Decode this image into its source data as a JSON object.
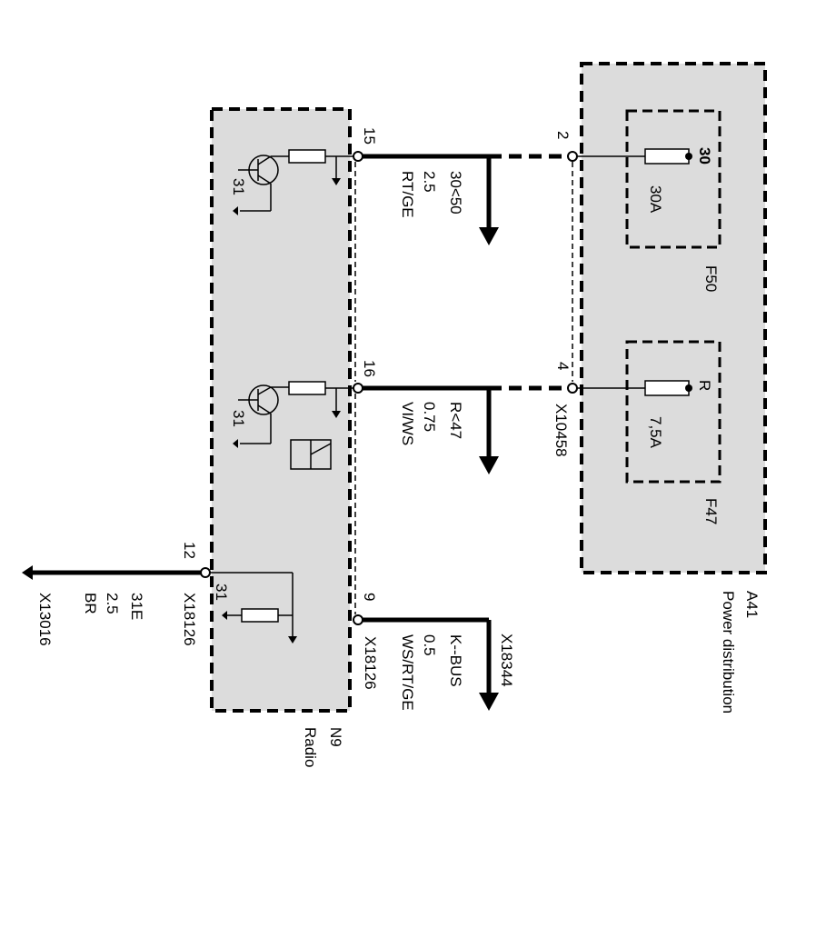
{
  "modules": {
    "radio": {
      "id": "N9",
      "name": "Radio"
    },
    "power": {
      "id": "A41",
      "name": "Power distribution"
    }
  },
  "connectors": {
    "radio_main": "X18126",
    "radio_ground": "X18126",
    "power_dist": "X10458",
    "ground": "X13016",
    "kbus": "X18344"
  },
  "pins": {
    "p15": "15",
    "p16": "16",
    "p9": "9",
    "p12": "12",
    "p2": "2",
    "p4": "4",
    "gnd_a": "31",
    "gnd_b": "31",
    "gnd_c": "31"
  },
  "fuses": {
    "f50": {
      "id": "F50",
      "terminal": "30",
      "rating": "30A"
    },
    "f47": {
      "id": "F47",
      "terminal": "R",
      "rating": "7,5A"
    }
  },
  "wires": {
    "w15": {
      "signal": "30<50",
      "size": "2.5",
      "color": "RT/GE"
    },
    "w16": {
      "signal": "R<47",
      "size": "0.75",
      "color": "VI/WS"
    },
    "w9": {
      "signal": "K--BUS",
      "size": "0.5",
      "color": "WS/RT/GE"
    },
    "w12": {
      "signal": "31E",
      "size": "2.5",
      "color": "BR"
    }
  }
}
